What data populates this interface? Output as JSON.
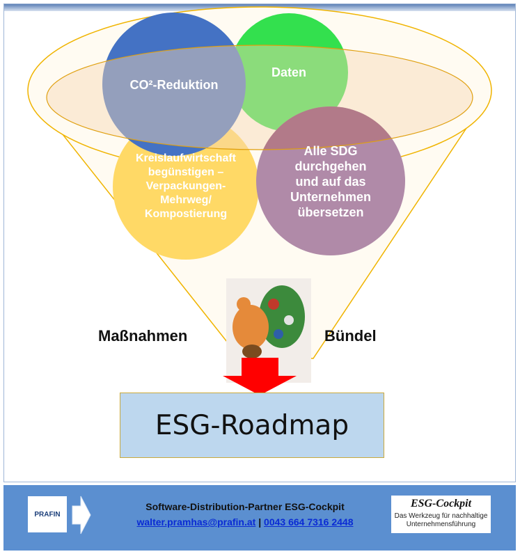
{
  "bubbles": {
    "co2": "CO²-Reduktion",
    "daten": "Daten",
    "kreislauf": [
      "Kreislaufwirtschaft",
      "begünstigen –",
      "Verpackungen-",
      "Mehrweg/",
      "Kompostierung"
    ],
    "sdg": [
      "Alle SDG",
      "durchgehen",
      "und auf das",
      "Unternehmen",
      "übersetzen"
    ]
  },
  "labels": {
    "left": "Maßnahmen",
    "right": "Bündel"
  },
  "roadmap": "ESG-Roadmap",
  "footer": {
    "logo": "PRAFIN",
    "line1": "Software-Distribution-Partner ESG-Cockpit",
    "email": "walter.pramhas@prafin.at",
    "separator": "|",
    "phone": "0043 664 7316 2448",
    "esg_title": "ESG-Cockpit",
    "esg_sub": [
      "Das Werkzeug für nachhaltige",
      "Unternehmensführung"
    ]
  },
  "colors": {
    "co2": "#4472c4",
    "daten": "#33e04e",
    "kreislauf": "#ffd966",
    "sdg": "#9e6b96",
    "arrow": "#ff0000",
    "roadmap": "#bdd7ee",
    "footer": "#5b8fd0"
  }
}
